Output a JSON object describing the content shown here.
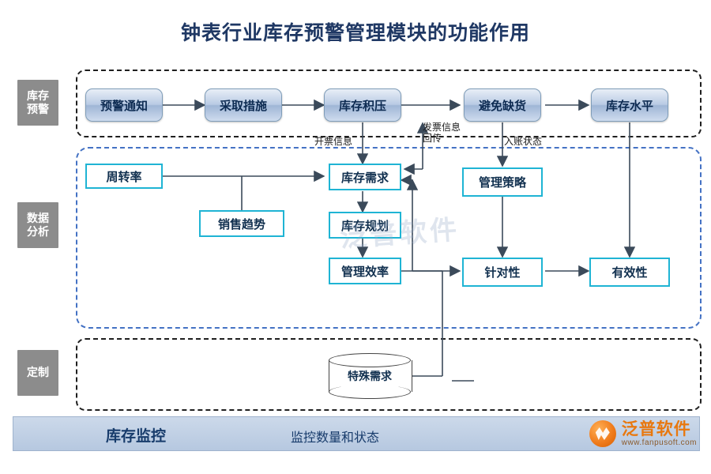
{
  "title": "钟表行业库存预警管理模块的功能作用",
  "bands": [
    {
      "name": "band-inventory-alert",
      "label": "库存\n预警"
    },
    {
      "name": "band-data-analysis",
      "label": "数据\n分析"
    },
    {
      "name": "band-custom",
      "label": "定制"
    }
  ],
  "alert_row": {
    "nodes": [
      {
        "label": "预警通知"
      },
      {
        "label": "采取措施"
      },
      {
        "label": "库存积压"
      },
      {
        "label": "避免缺货"
      },
      {
        "label": "库存水平"
      }
    ]
  },
  "analysis": {
    "nodes": [
      {
        "label": "周转率"
      },
      {
        "label": "销售趋势"
      },
      {
        "label": "库存需求"
      },
      {
        "label": "库存规划"
      },
      {
        "label": "管理效率"
      },
      {
        "label": "管理策略"
      },
      {
        "label": "针对性"
      },
      {
        "label": "有效性"
      }
    ]
  },
  "custom": {
    "cylinder_label": "特殊需求"
  },
  "edge_labels": [
    {
      "name": "edge-label-invoice-issue",
      "text": "开票信息"
    },
    {
      "name": "edge-label-invoice-return",
      "text": "发票信息\n回传"
    },
    {
      "name": "edge-label-entry-status",
      "text": "入账状态"
    }
  ],
  "footer": {
    "title": "库存监控",
    "subtitle": "监控数量和状态"
  },
  "watermark": "泛普软件",
  "logo": {
    "cn": "泛普软件",
    "en": "www.fanpusoft.com"
  },
  "colors": {
    "title": "#1f3864",
    "band": "#8c8c8c",
    "cyan_border": "#1fb4d4",
    "blue_frame": "#4472c4",
    "dark_frame": "#1f1f1f",
    "footer_text": "#173b6b",
    "logo": "#e8780f"
  }
}
